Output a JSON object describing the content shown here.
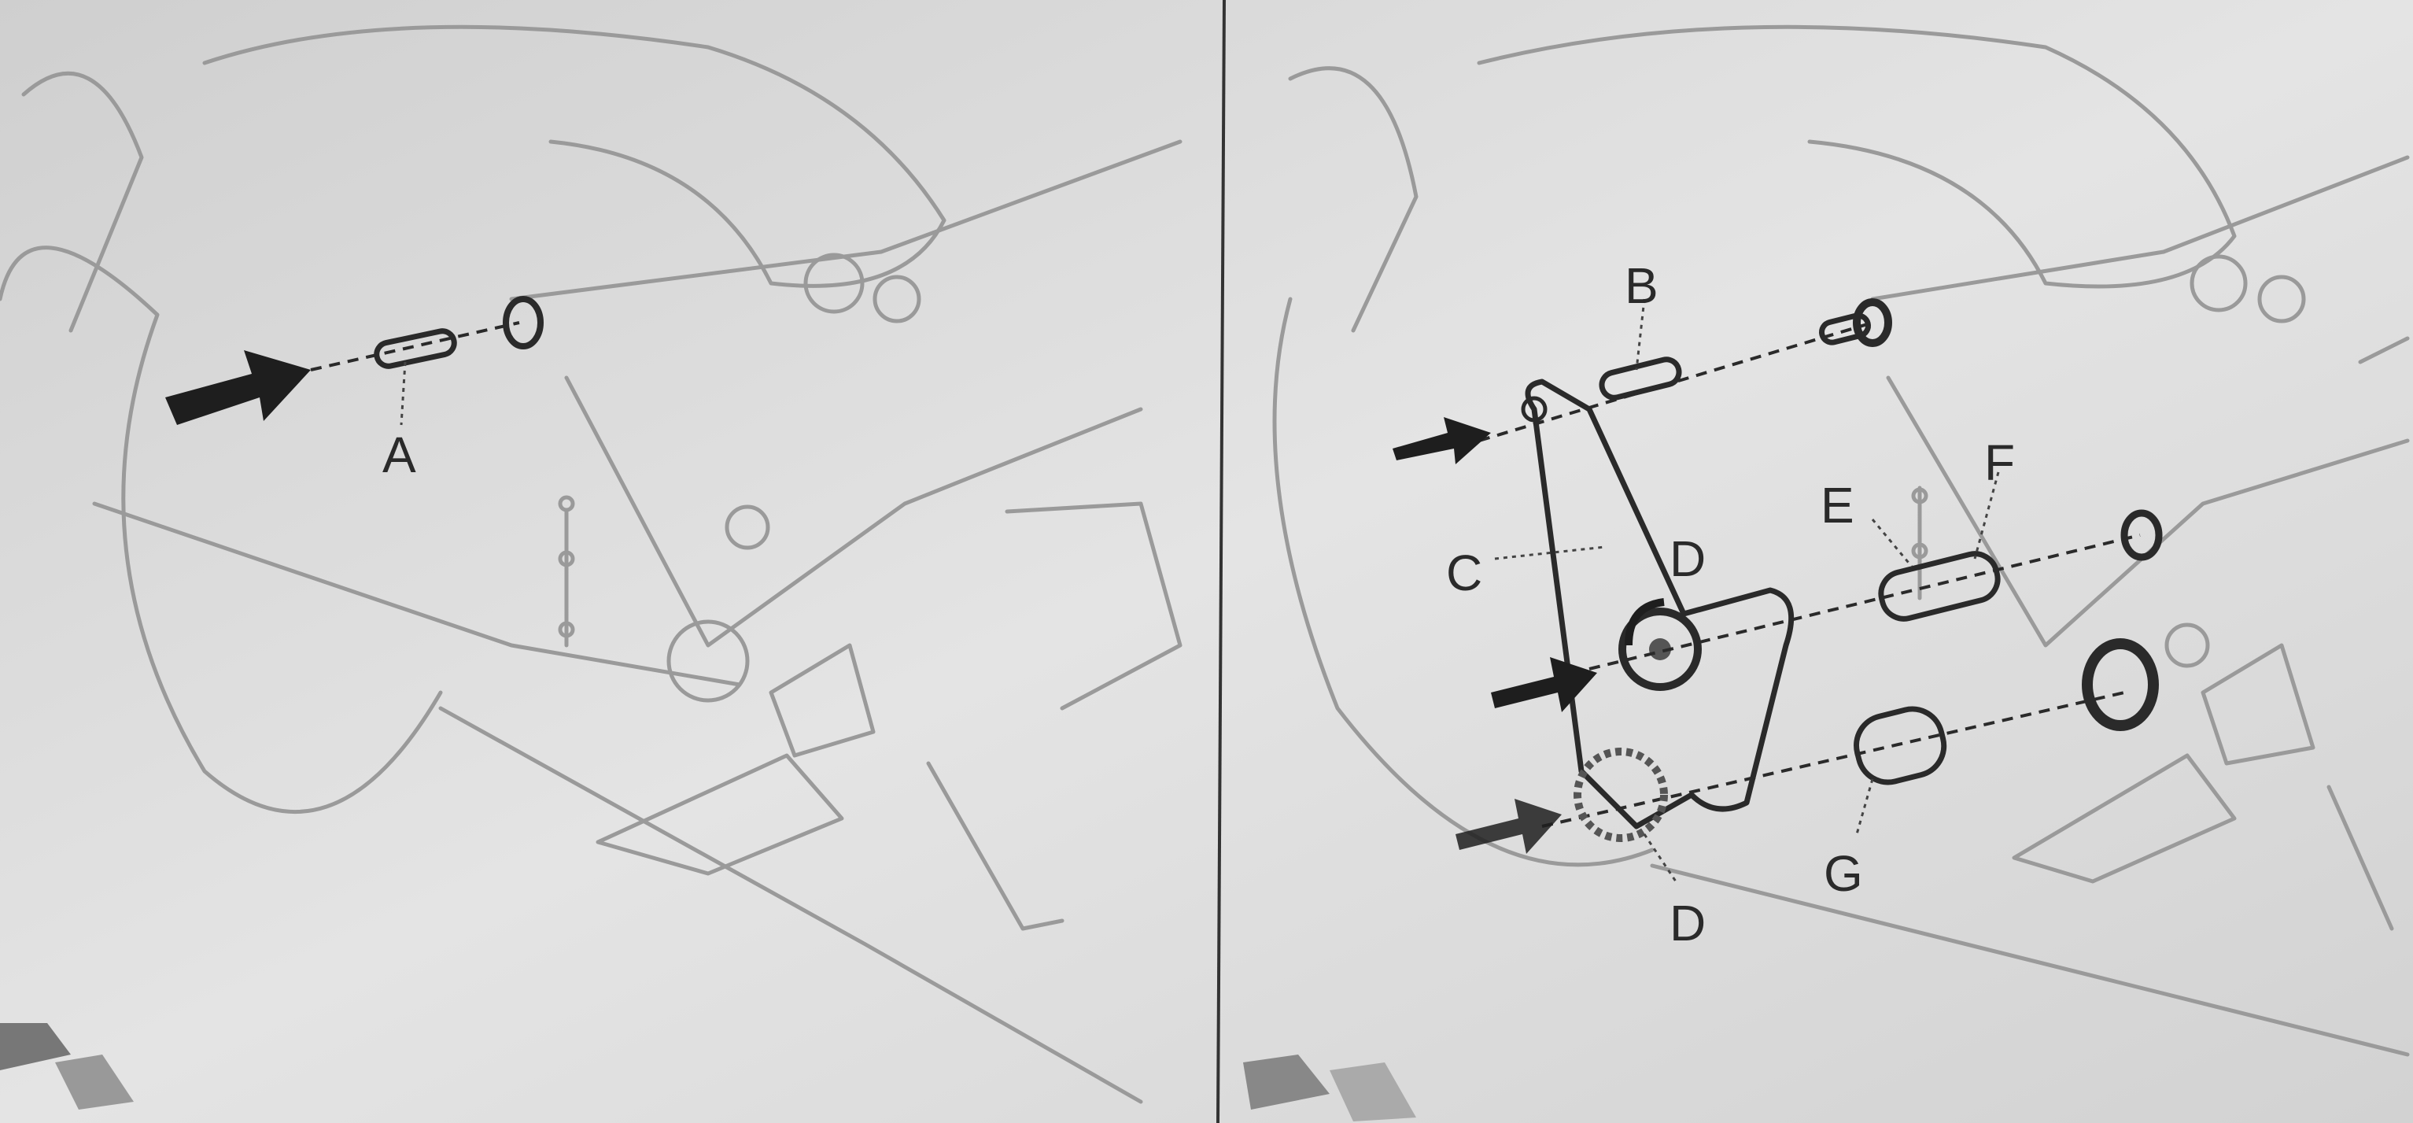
{
  "diagram": {
    "left_panel": {
      "labels": {
        "a": "A"
      }
    },
    "right_panel": {
      "labels": {
        "b": "B",
        "c": "C",
        "d_upper": "D",
        "e": "E",
        "f": "F",
        "g": "G",
        "d_lower": "D"
      }
    }
  }
}
